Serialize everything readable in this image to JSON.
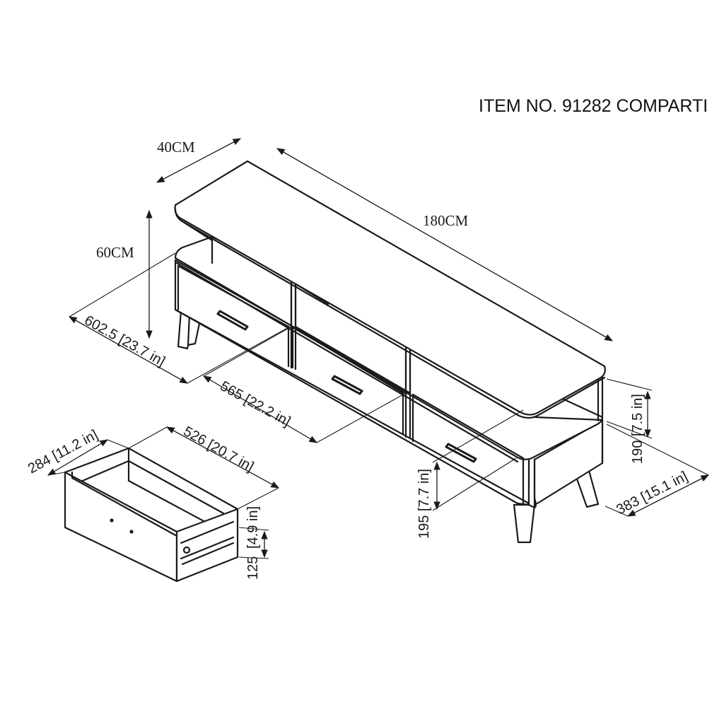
{
  "title": "ITEM NO. 91282 COMPARTI",
  "dimensions": {
    "depth": "40CM",
    "width": "180CM",
    "height": "60CM",
    "side_depth": "602.5 [23.7 in]",
    "drawer_width": "565 [22.2 in]",
    "shelf_height": "190 [7.5 in]",
    "inner_depth": "383 [15.1 in]",
    "leg_height": "195 [7.7 in]"
  },
  "drawer_detail": {
    "depth": "284 [11.2 in]",
    "width": "526 [20.7 in]",
    "height_inner": "[4.9 in]",
    "height_value": "125"
  }
}
